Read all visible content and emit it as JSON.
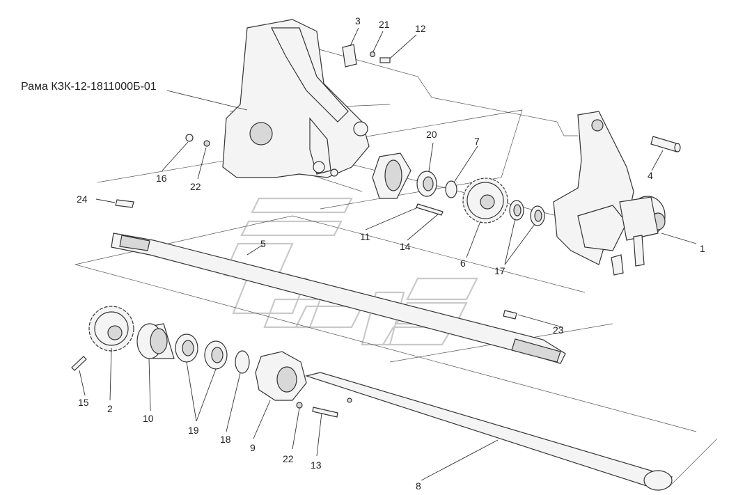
{
  "frame_label": "Рама КЗК-12-1811000Б-01",
  "callouts": {
    "p1": "1",
    "p2": "2",
    "p3": "3",
    "p4": "4",
    "p5": "5",
    "p6": "6",
    "p7": "7",
    "p8": "8",
    "p9": "9",
    "p10": "10",
    "p11": "11",
    "p12": "12",
    "p13": "13",
    "p14": "14",
    "p15": "15",
    "p16": "16",
    "p17": "17",
    "p18": "18",
    "p19": "19",
    "p20": "20",
    "p21": "21",
    "p22a": "22",
    "p22b": "22",
    "p23": "23",
    "p24": "24"
  }
}
